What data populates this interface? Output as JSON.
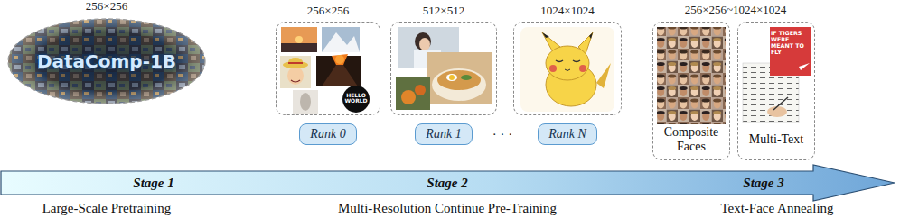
{
  "diagram": {
    "nodes": [
      {
        "text": [
          "256×256",
          "DataComp-1B"
        ]
      },
      {
        "text": [
          "256×256"
        ]
      },
      {
        "text": [
          "Rank 0"
        ]
      },
      {
        "text": [
          "512×512"
        ]
      },
      {
        "text": [
          "Rank 1"
        ]
      },
      {
        "text": [
          "1024×1024"
        ]
      },
      {
        "text": [
          "Rank N"
        ]
      },
      {
        "text": [
          "Composite Faces"
        ]
      },
      {
        "text": [
          "Multi-Text"
        ]
      },
      {
        "text": [
          "Stage 1",
          "Stage 2",
          "Stage 3"
        ]
      }
    ],
    "labels": [
      "256×256~1024×1024",
      "· · ·",
      "HELLO WORLD",
      "IF TIGERS WERE MEANT TO FLY",
      "Large-Scale Pretraining",
      "Multi-Resolution Continue Pre-Training",
      "Text-Face Annealing"
    ]
  }
}
